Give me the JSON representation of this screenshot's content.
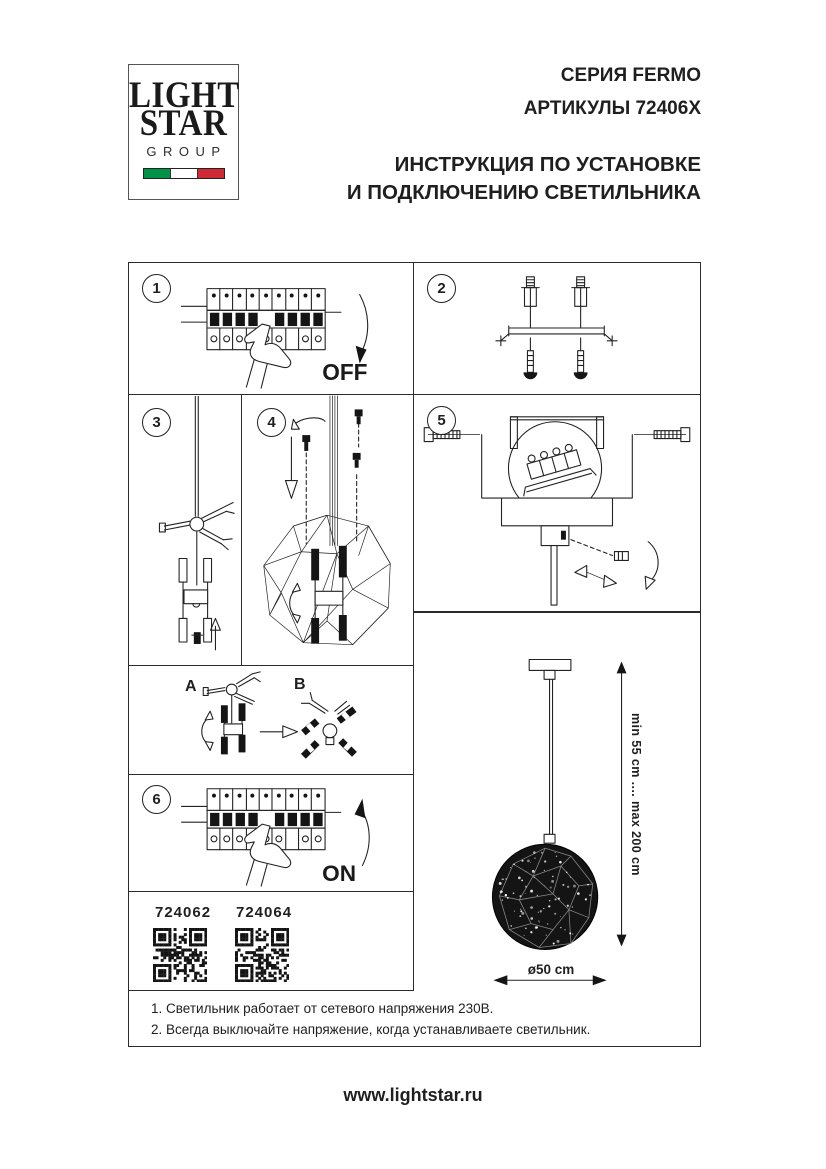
{
  "page": {
    "background": "#ffffff",
    "ink": "#1f1f1f"
  },
  "logo": {
    "line1": "LIGHT",
    "line2": "STAR",
    "line3": "GROUP",
    "flag_green": "#009246",
    "flag_white": "#ffffff",
    "flag_red": "#ce2b37"
  },
  "header": {
    "series": "СЕРИЯ FERMO",
    "articles": "АРТИКУЛЫ 72406X",
    "title_line1": "ИНСТРУКЦИЯ ПО УСТАНОВКЕ",
    "title_line2": "И ПОДКЛЮЧЕНИЮ СВЕТИЛЬНИКА"
  },
  "steps": {
    "1": "1",
    "2": "2",
    "3": "3",
    "4": "4",
    "5": "5",
    "6": "6"
  },
  "labels": {
    "off": "OFF",
    "on": "ON",
    "variant_a": "A",
    "variant_b": "B"
  },
  "products": {
    "codes": [
      "724062",
      "724064"
    ]
  },
  "dimensions": {
    "height_range": "min 55 cm .... max 200 cm",
    "diameter": "ø50 cm"
  },
  "notes": {
    "line1": "1. Светильник работает от сетевого напряжения 230В.",
    "line2": "2. Всегда выключайте напряжение, когда устанавливаете светильник."
  },
  "footer": {
    "website": "www.lightstar.ru"
  }
}
